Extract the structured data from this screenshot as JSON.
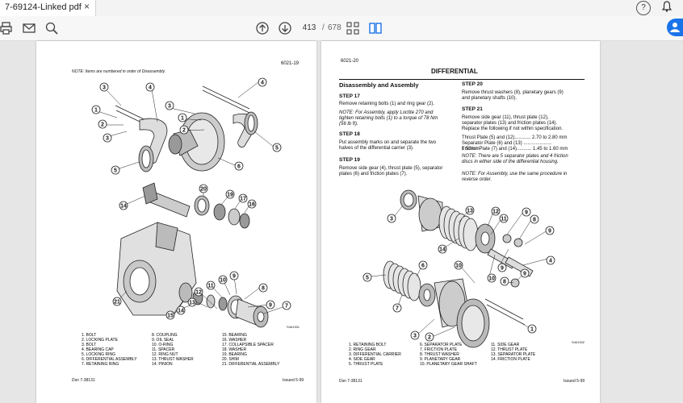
{
  "tab": {
    "title": "7-69124-Linked pdf…",
    "close": "×"
  },
  "window": {
    "help": "?",
    "bell": "🔔"
  },
  "toolbar": {
    "current_page": "413",
    "separator": "/",
    "total_pages": "678",
    "icons": [
      "print-icon",
      "email-icon",
      "zoom-icon",
      "previous-page-icon",
      "next-page-icon",
      "page-grid-icon",
      "two-page-view-icon",
      "add-user-icon"
    ]
  },
  "left_page": {
    "page_code": "6021-19",
    "note": "NOTE: Items are numbered in order of Disassembly.",
    "legend_col1": [
      "1. BOLT",
      "2. LOCKING PLATE",
      "3. BOLT",
      "4. BEARING CAP",
      "5. LOCKING RING",
      "6. DIFFERENTIAL ASSEMBLY",
      "7. RETAINING RING"
    ],
    "legend_col2": [
      "8. COUPLING",
      "9. OIL SEAL",
      "10. O-RING",
      "11. SPACER",
      "12. RING NUT",
      "13. THRUST WASHER",
      "14. PINION"
    ],
    "legend_col3": [
      "15. BEARING",
      "16. WASHER",
      "17. COLLAPSIBLE SPACER",
      "18. WASHER",
      "19. BEARING",
      "20. SHIM",
      "21. DIFFERENTIAL ASSEMBLY"
    ],
    "footer_left": "Dsn 7-38131",
    "footer_right": "Issued 5-99",
    "figure_code": "S4#1301"
  },
  "right_page": {
    "page_code": "6021-20",
    "section_title": "DIFFERENTIAL",
    "heading": "Disassembly and Assembly",
    "step17_title": "STEP 17",
    "step17_text": "Remove retaining bolts (1) and ring gear (2).",
    "step17_note": "NOTE: For Assembly, apply Loctite 270 and tighten retaining bolts (1) to a torque of 78 Nm (56 lb ft).",
    "step18_title": "STEP 18",
    "step18_text": "Put assembly marks on and separate the two halves of the differential carrier (3).",
    "step19_title": "STEP 19",
    "step19_text": "Remove side gear (4), thrust plate (5), separator plates (6) and friction plates (7).",
    "step20_title": "STEP 20",
    "step20_text": "Remove thrust washers (8), planetary gears (9) and planetary shafts (10).",
    "step21_title": "STEP 21",
    "step21_text": "Remove side gear (11), thrust plate (12), separator plates (13) and friction plates (14). Replace the following if not within specification.",
    "spec1": "Thrust Plate (5) and (12)............ 2.70 to 2.80 mm",
    "spec2": "Separator Plate (6) and (13) ..................... 1.50mm",
    "spec3": "Friction Plate (7) and (14)........... 1.45 to 1.60 mm",
    "note2": "NOTE: There are 5 separator plates and 4 friction discs in either side of the differential housing.",
    "note3": "NOTE: For Assembly, use the same procedure in reverse order.",
    "legend_col1": [
      "1. RETAINING BOLT",
      "2. RING GEAR",
      "3. DIFFERENTIAL CARRIER",
      "4. SIDE GEAR",
      "5. THRUST PLATE"
    ],
    "legend_col2": [
      "6. SEPARATOR PLATE",
      "7. FRICTION PLATE",
      "8. THRUST WASHER",
      "9. PLANETARY GEAR",
      "10. PLANETARY GEAR SHAFT"
    ],
    "legend_col3": [
      "11. SIDE GEAR",
      "12. THRUST PLATE",
      "13. SEPARATOR PLATE",
      "14. FRICTION PLATE"
    ],
    "footer_left": "Dsn 7-38131",
    "footer_right": "Issued 5-99",
    "figure_code": "S4#1302"
  }
}
